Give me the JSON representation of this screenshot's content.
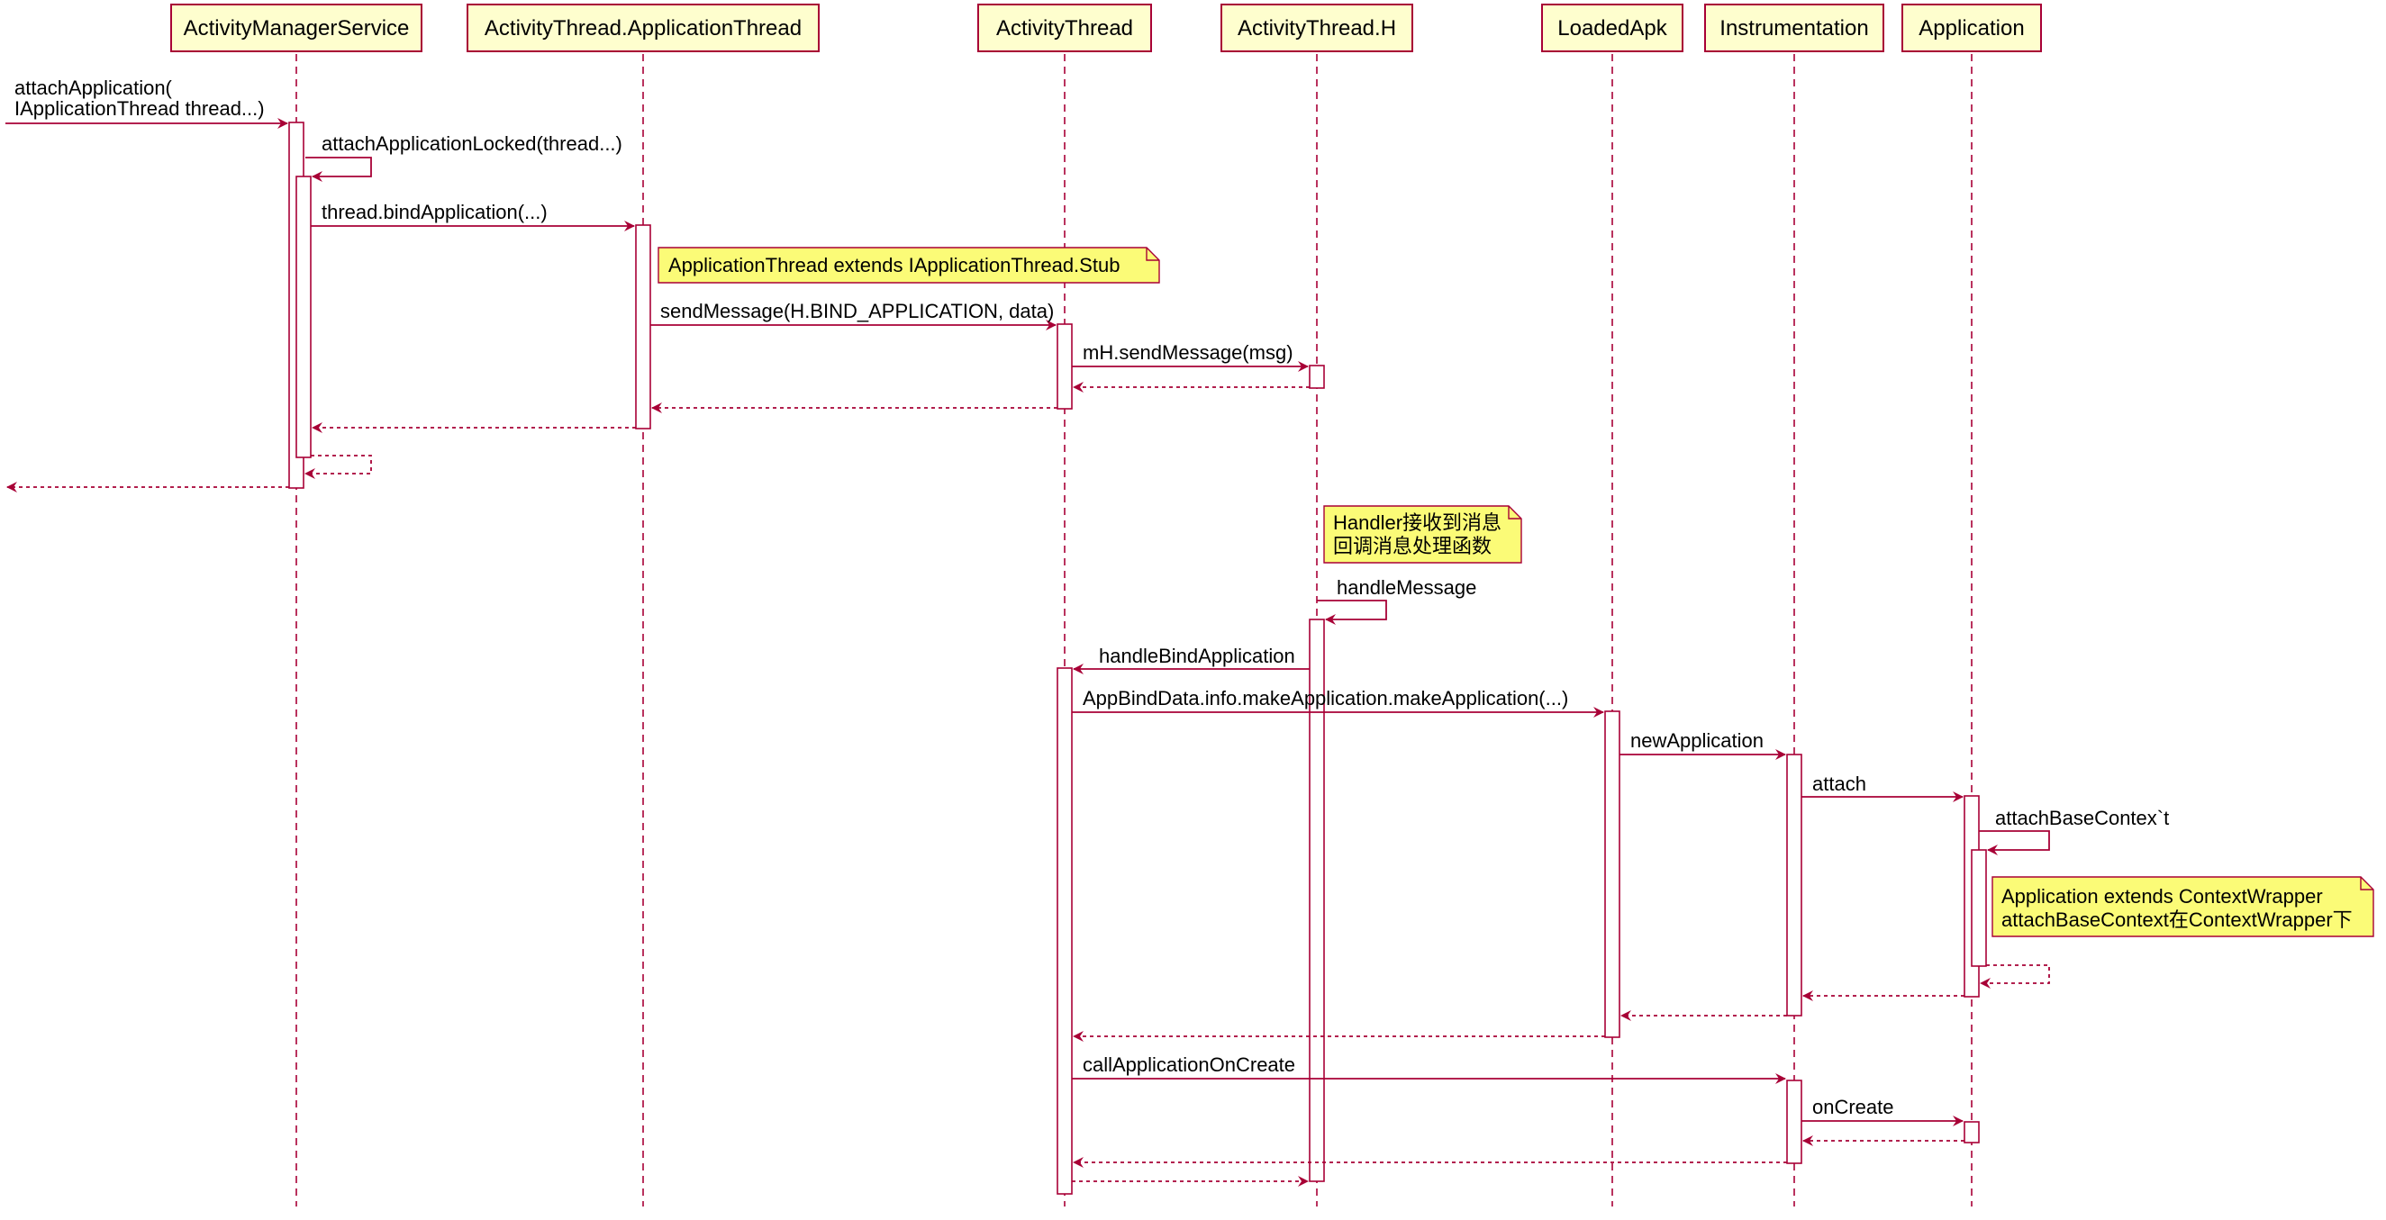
{
  "participants": [
    {
      "id": "ams",
      "label": "ActivityManagerService"
    },
    {
      "id": "atat",
      "label": "ActivityThread.ApplicationThread"
    },
    {
      "id": "at",
      "label": "ActivityThread"
    },
    {
      "id": "ath",
      "label": "ActivityThread.H"
    },
    {
      "id": "apk",
      "label": "LoadedApk"
    },
    {
      "id": "inst",
      "label": "Instrumentation"
    },
    {
      "id": "app",
      "label": "Application"
    }
  ],
  "messages": [
    {
      "id": "m1",
      "lines": [
        "attachApplication(",
        "IApplicationThread thread...)"
      ]
    },
    {
      "id": "m2",
      "lines": [
        "attachApplicationLocked(thread...)"
      ]
    },
    {
      "id": "m3",
      "lines": [
        "thread.bindApplication(...)"
      ]
    },
    {
      "id": "m4",
      "lines": [
        "sendMessage(H.BIND_APPLICATION, data)"
      ]
    },
    {
      "id": "m5",
      "lines": [
        "mH.sendMessage(msg)"
      ]
    },
    {
      "id": "m6",
      "lines": [
        "handleMessage"
      ]
    },
    {
      "id": "m7",
      "lines": [
        "handleBindApplication"
      ]
    },
    {
      "id": "m8",
      "lines": [
        "AppBindData.info.makeApplication.makeApplication(...)"
      ]
    },
    {
      "id": "m9",
      "lines": [
        "newApplication"
      ]
    },
    {
      "id": "m10",
      "lines": [
        "attach"
      ]
    },
    {
      "id": "m11",
      "lines": [
        "attachBaseContex`t"
      ]
    },
    {
      "id": "m12",
      "lines": [
        "callApplicationOnCreate"
      ]
    },
    {
      "id": "m13",
      "lines": [
        "onCreate"
      ]
    }
  ],
  "notes": [
    {
      "id": "n1",
      "lines": [
        "ApplicationThread extends IApplicationThread.Stub"
      ]
    },
    {
      "id": "n2",
      "lines": [
        "Handler接收到消息",
        "回调消息处理函数"
      ]
    },
    {
      "id": "n3",
      "lines": [
        "Application extends ContextWrapper",
        "attachBaseContext在ContextWrapper下"
      ]
    }
  ],
  "colors": {
    "stroke": "#a80036",
    "participant_fill": "#fefece",
    "note_fill": "#fbfb77"
  }
}
